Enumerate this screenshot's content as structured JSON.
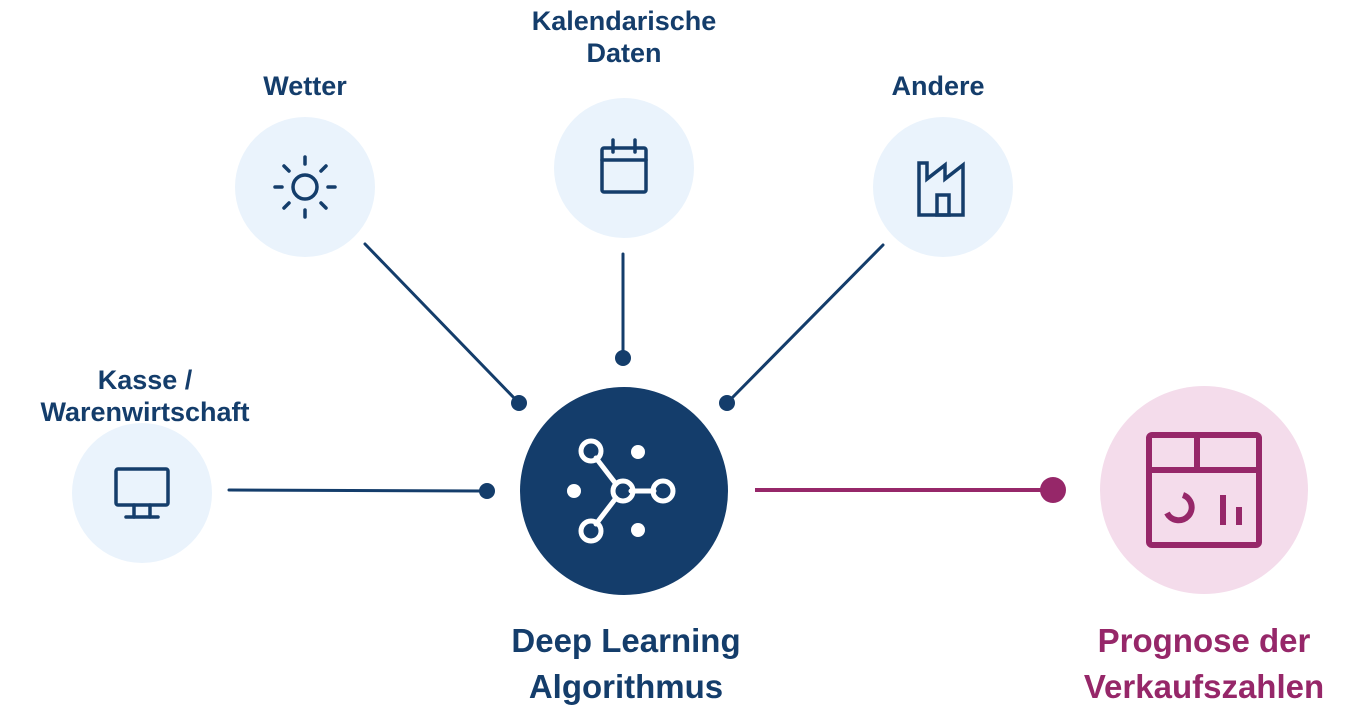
{
  "colors": {
    "navy": "#143d6b",
    "plum": "#962769",
    "light_blue": "#eaf3fc",
    "light_pink": "#f4dceb"
  },
  "inputs": [
    {
      "id": "wetter",
      "label_lines": [
        "Wetter"
      ],
      "icon": "sun-icon"
    },
    {
      "id": "kalendarische-daten",
      "label_lines": [
        "Kalendarische",
        "Daten"
      ],
      "icon": "calendar-icon"
    },
    {
      "id": "andere",
      "label_lines": [
        "Andere"
      ],
      "icon": "factory-icon"
    },
    {
      "id": "kasse",
      "label_lines": [
        "Kasse /",
        "Warenwirtschaft"
      ],
      "icon": "monitor-icon"
    }
  ],
  "center": {
    "label_lines": [
      "Deep Learning",
      "Algorithmus"
    ],
    "icon": "network-icon"
  },
  "output": {
    "label_lines": [
      "Prognose der",
      "Verkaufszahlen"
    ],
    "icon": "dashboard-icon"
  }
}
